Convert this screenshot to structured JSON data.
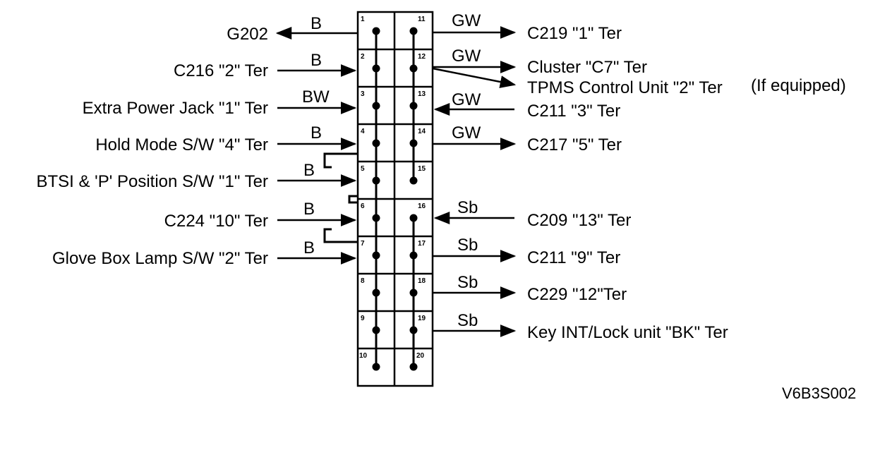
{
  "connector": {
    "left_pins": [
      "1",
      "2",
      "3",
      "4",
      "5",
      "6",
      "7",
      "8",
      "9",
      "10"
    ],
    "right_pins": [
      "11",
      "12",
      "13",
      "14",
      "15",
      "16",
      "17",
      "18",
      "19",
      "20"
    ]
  },
  "left_connections": [
    {
      "label": "G202",
      "color": "B",
      "direction": "out"
    },
    {
      "label": "C216 \"2\" Ter",
      "color": "B",
      "direction": "in"
    },
    {
      "label": "Extra Power Jack \"1\" Ter",
      "color": "BW",
      "direction": "in"
    },
    {
      "label": "Hold Mode S/W \"4\" Ter",
      "color": "B",
      "direction": "in"
    },
    {
      "label": "BTSI & 'P' Position S/W \"1\" Ter",
      "color": "B",
      "direction": "in"
    },
    {
      "label": "C224 \"10\" Ter",
      "color": "B",
      "direction": "in"
    },
    {
      "label": "Glove Box Lamp S/W \"2\" Ter",
      "color": "B",
      "direction": "in"
    }
  ],
  "right_connections": [
    {
      "label": "C219 \"1\" Ter",
      "color": "GW",
      "direction": "out"
    },
    {
      "label": "Cluster \"C7\" Ter",
      "color": "GW",
      "direction": "out"
    },
    {
      "label": "TPMS Control Unit \"2\" Ter",
      "note": "(If equipped)",
      "direction": "out"
    },
    {
      "label": "C211 \"3\" Ter",
      "color": "GW",
      "direction": "in"
    },
    {
      "label": "C217 \"5\" Ter",
      "color": "GW",
      "direction": "out"
    },
    {
      "label": "C209 \"13\" Ter",
      "color": "Sb",
      "direction": "in"
    },
    {
      "label": "C211 \"9\" Ter",
      "color": "Sb",
      "direction": "out"
    },
    {
      "label": "C229 \"12\"Ter",
      "color": "Sb",
      "direction": "out"
    },
    {
      "label": "Key INT/Lock unit \"BK\" Ter",
      "color": "Sb",
      "direction": "out"
    }
  ],
  "figure_code": "V6B3S002"
}
